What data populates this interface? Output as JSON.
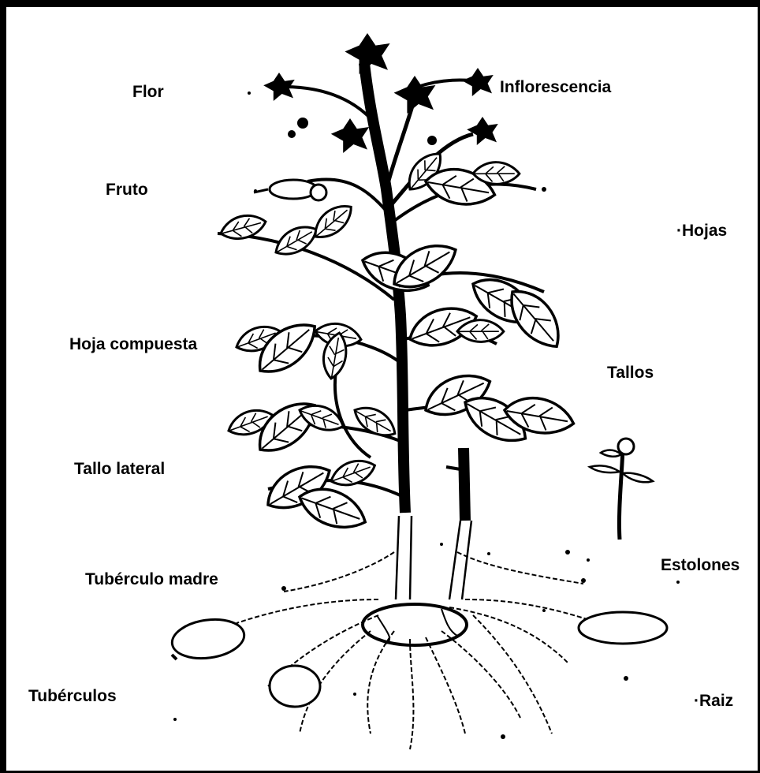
{
  "labels": {
    "flor": "Flor",
    "inflorescencia": "Inflorescencia",
    "fruto": "Fruto",
    "hojas": "·Hojas",
    "hoja_compuesta": "Hoja compuesta",
    "tallos": "Tallos",
    "tallo_lateral": "Tallo lateral",
    "estolones": "Estolones",
    "tuberculo_madre": "Tubérculo madre",
    "tuberculos": "Tubérculos",
    "raiz": "·Raiz"
  }
}
